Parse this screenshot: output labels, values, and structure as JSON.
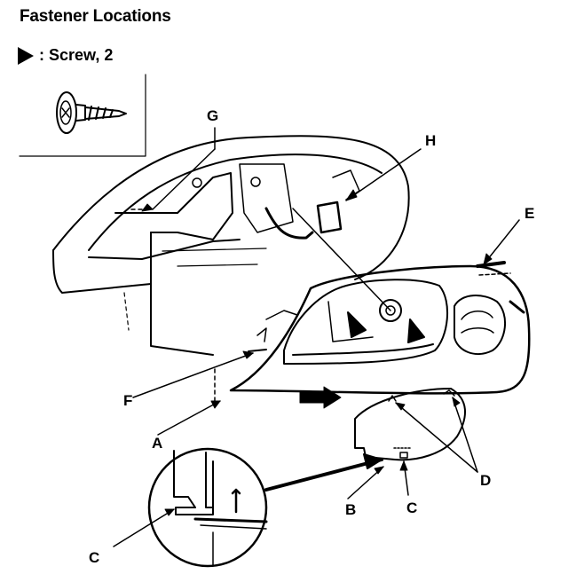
{
  "title": "Fastener Locations",
  "legend": {
    "icon": "filled-triangle",
    "label": ": Screw, 2"
  },
  "callouts": {
    "A": "A",
    "B": "B",
    "C_detail": "C",
    "C_main": "C",
    "D": "D",
    "E": "E",
    "F": "F",
    "G": "G",
    "H": "H"
  }
}
